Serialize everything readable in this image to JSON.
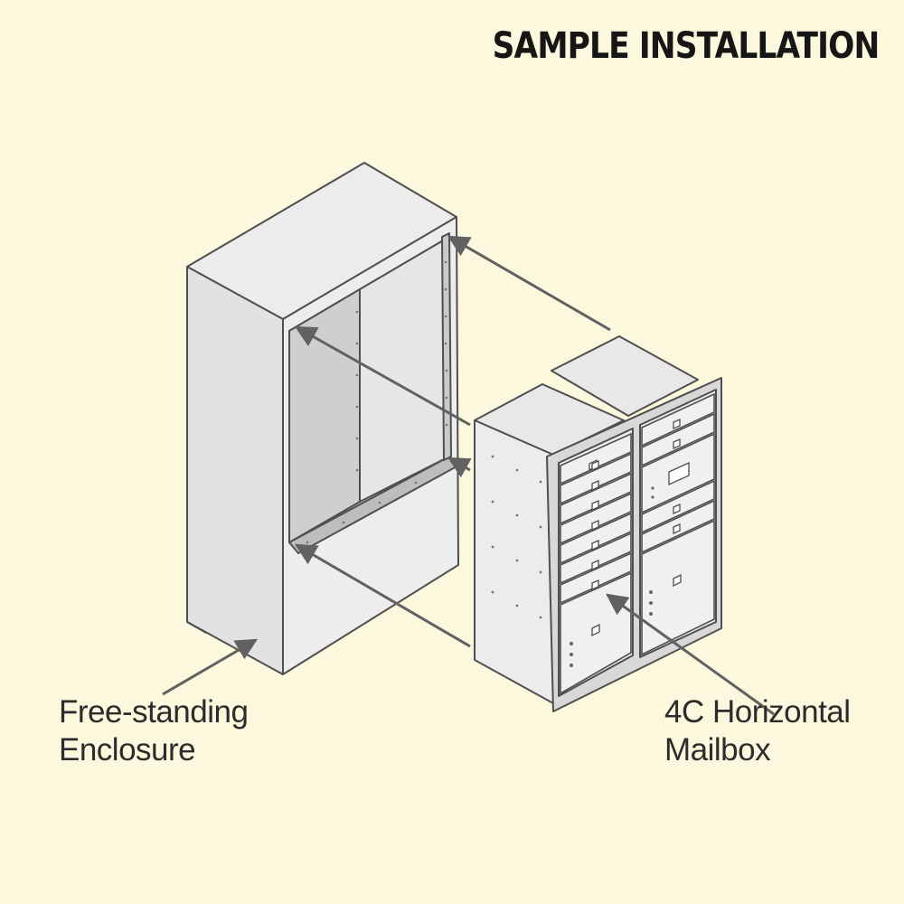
{
  "title": "SAMPLE INSTALLATION",
  "labels": {
    "enclosure": {
      "line1": "Free-standing",
      "line2": "Enclosure"
    },
    "mailbox": {
      "line1": "4C Horizontal",
      "line2": "Mailbox"
    }
  },
  "colors": {
    "background": "#fcf8dd",
    "outline": "#4f4f4f",
    "face_light": "#ececec",
    "face_mid": "#dedede",
    "face_dark": "#c9c9c9",
    "arrow": "#616161"
  }
}
